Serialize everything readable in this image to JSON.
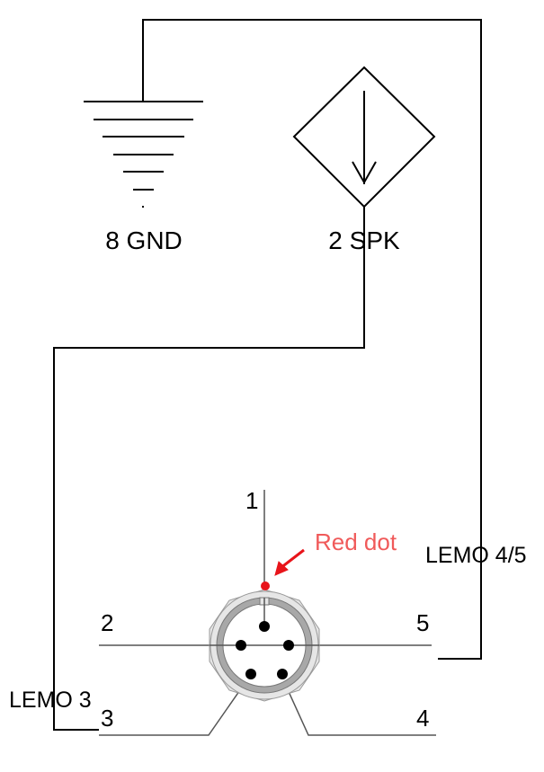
{
  "labels": {
    "gnd": "8 GND",
    "spk": "2 SPK",
    "lemo45": "LEMO 4/5",
    "lemo3": "LEMO 3",
    "red_dot": "Red dot"
  },
  "connector_pins": [
    "1",
    "2",
    "3",
    "4",
    "5"
  ],
  "colors": {
    "wire": "#000000",
    "connector_line": "#555555",
    "ring": "#a0a0a0",
    "red": "#e8141a"
  }
}
